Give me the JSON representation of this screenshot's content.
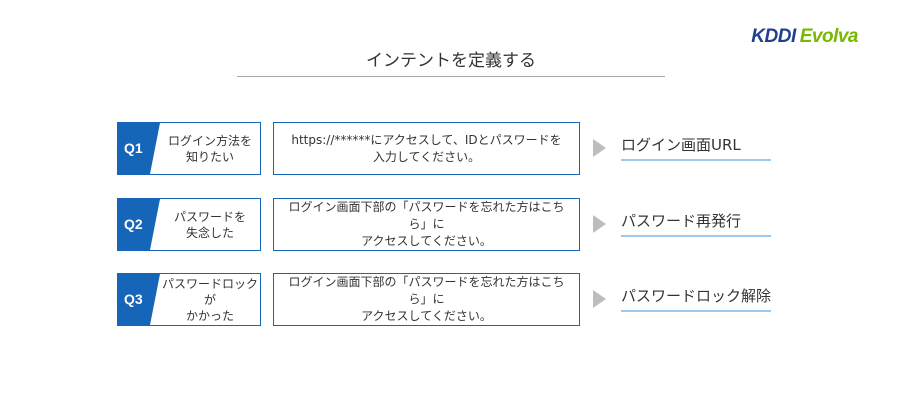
{
  "logo": {
    "brand": "KDDI",
    "sub": "Evolva"
  },
  "title": "インテントを定義する",
  "colors": {
    "accent": "#1565b8",
    "arrow": "#bdbdbd",
    "underline": "#9ec9ee"
  },
  "rows": [
    {
      "id": "Q1",
      "question": "ログイン方法を\n知りたい",
      "answer": "https://******にアクセスして、IDとパスワードを\n入力してください。",
      "intent": "ログイン画面URL"
    },
    {
      "id": "Q2",
      "question": "パスワードを\n失念した",
      "answer": "ログイン画面下部の「パスワードを忘れた方はこちら」に\nアクセスしてください。",
      "intent": "パスワード再発行"
    },
    {
      "id": "Q3",
      "question": "パスワードロックが\nかかった",
      "answer": "ログイン画面下部の「パスワードを忘れた方はこちら」に\nアクセスしてください。",
      "intent": "パスワードロック解除"
    }
  ]
}
